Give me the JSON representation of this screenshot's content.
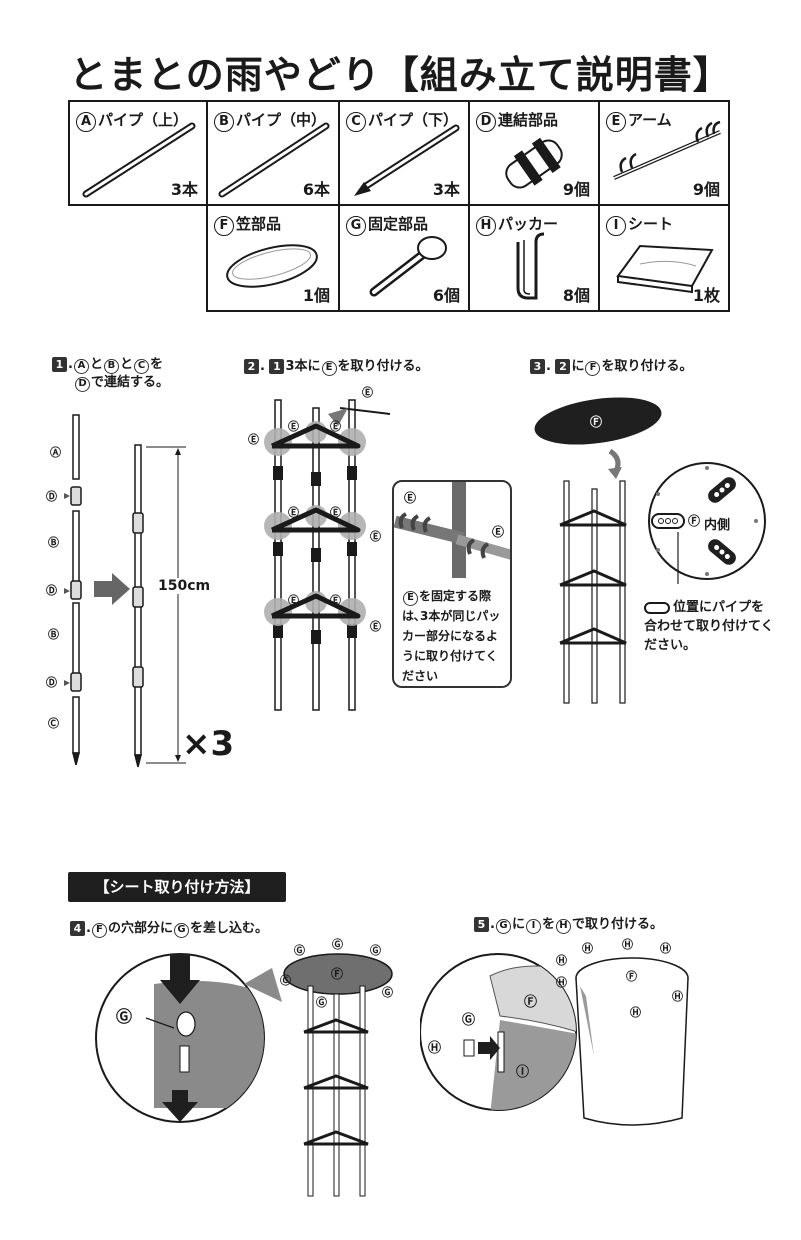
{
  "title": "とまとの雨やどり【組み立て説明書】",
  "parts": [
    {
      "letter": "A",
      "name": "パイプ（上）",
      "qty": "3本"
    },
    {
      "letter": "B",
      "name": "パイプ（中）",
      "qty": "6本"
    },
    {
      "letter": "C",
      "name": "パイプ（下）",
      "qty": "3本"
    },
    {
      "letter": "D",
      "name": "連結部品",
      "qty": "9個"
    },
    {
      "letter": "E",
      "name": "アーム",
      "qty": "9個"
    },
    {
      "letter": "F",
      "name": "笠部品",
      "qty": "1個"
    },
    {
      "letter": "G",
      "name": "固定部品",
      "qty": "6個"
    },
    {
      "letter": "H",
      "name": "パッカー",
      "qty": "8個"
    },
    {
      "letter": "I",
      "name": "シート",
      "qty": "1枚"
    }
  ],
  "step1": {
    "num": "1",
    "text_a": "と",
    "text_b": "と",
    "text_c": "を",
    "text_d": "で連結する。",
    "length": "150cm",
    "multiplier": "×3",
    "letters": {
      "a": "A",
      "b": "B",
      "c": "C",
      "d": "D"
    }
  },
  "step2": {
    "num": "2",
    "ref": "1",
    "text": "3本に",
    "text_e": "を取り付ける。",
    "letter": "E",
    "callout": "を固定する際は､3本が同じパッカー部分になるように取り付けてください"
  },
  "step3": {
    "num": "3",
    "ref": "2",
    "text": "に",
    "text_f": "を取り付ける。",
    "letter": "F",
    "inner": "内側",
    "note": "位置にパイプを合わせて取り付けてください。"
  },
  "sheet_heading": "【シート取り付け方法】",
  "step4": {
    "num": "4",
    "text_a": "の穴部分に",
    "text_b": "を差し込む。",
    "f": "F",
    "g": "G"
  },
  "step5": {
    "num": "5",
    "g": "G",
    "i": "I",
    "h": "H",
    "text_a": "に",
    "text_b": "を",
    "text_c": "で取り付ける。"
  },
  "colors": {
    "ink": "#1a1a1a",
    "gray": "#8a8a8a",
    "dark": "#2a2a2a"
  }
}
